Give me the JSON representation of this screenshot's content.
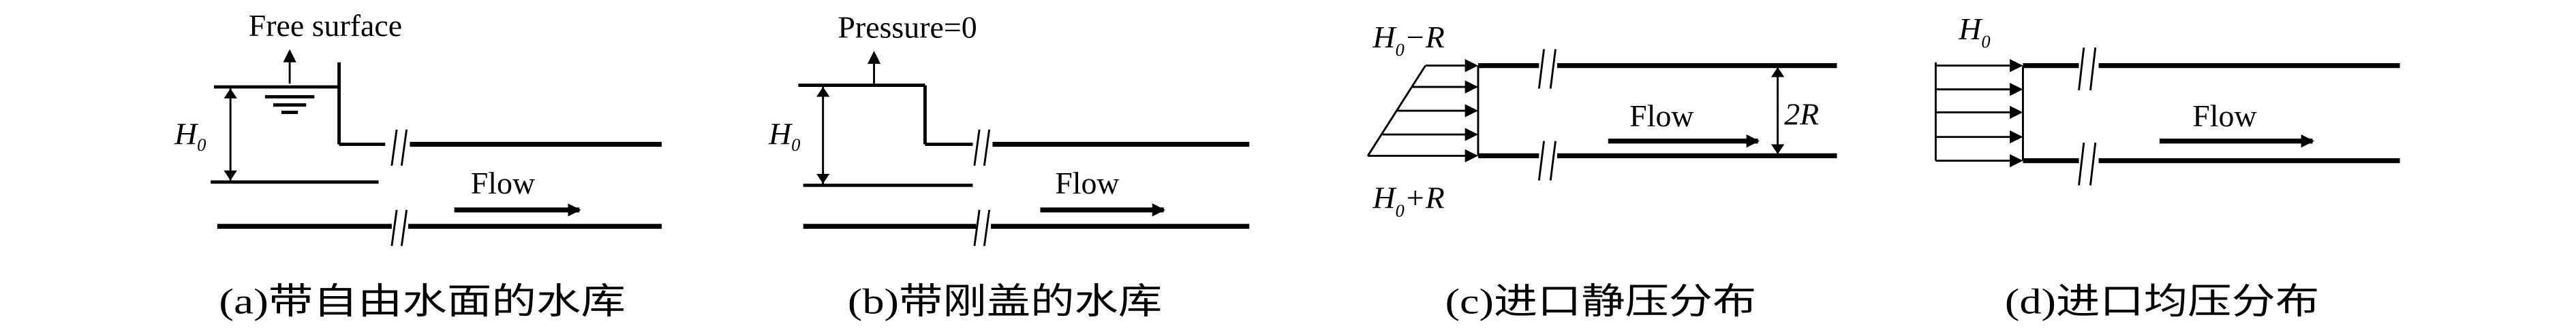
{
  "panels": [
    {
      "id": "a",
      "top_label": "Free surface",
      "height_label": "H",
      "height_sub": "0",
      "flow_label": "Flow",
      "caption": "(a)带自由水面的水库"
    },
    {
      "id": "b",
      "top_label": "Pressure=0",
      "height_label": "H",
      "height_sub": "0",
      "flow_label": "Flow",
      "caption": "(b)带刚盖的水库"
    },
    {
      "id": "c",
      "top_label_main": "H",
      "top_label_sub": "0",
      "top_label_rest": "−R",
      "bottom_label_main": "H",
      "bottom_label_sub": "0",
      "bottom_label_rest": "+R",
      "diameter_label": "2R",
      "flow_label": "Flow",
      "caption": "(c)进口静压分布"
    },
    {
      "id": "d",
      "top_label_main": "H",
      "top_label_sub": "0",
      "flow_label": "Flow",
      "caption": "(d)进口均压分布"
    }
  ]
}
